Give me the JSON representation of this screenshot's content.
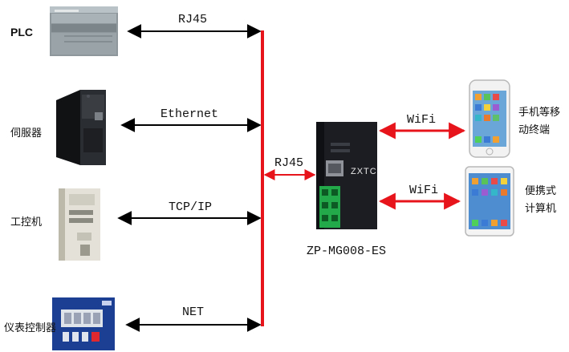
{
  "devices": {
    "plc": "PLC",
    "servo": "伺服器",
    "ipc": "工控机",
    "meter": "仪表控制器"
  },
  "links": {
    "rj45_top": "RJ45",
    "ethernet": "Ethernet",
    "tcpip": "TCP/IP",
    "net": "NET",
    "rj45_gateway": "RJ45",
    "wifi_phone": "WiFi",
    "wifi_tablet": "WiFi"
  },
  "gateway": {
    "brand": "ZXTC",
    "model": "ZP-MG008-ES"
  },
  "mobile": {
    "phone_label_line1": "手机等移",
    "phone_label_line2": "动终端",
    "tablet_label_line1": "便携式",
    "tablet_label_line2": "计算机"
  },
  "colors": {
    "bus_line": "#e8141c",
    "wifi_arrow": "#e8141c",
    "black_arrow": "#000000",
    "gateway_body": "#1b1d22",
    "terminal_green": "#23a84a"
  }
}
